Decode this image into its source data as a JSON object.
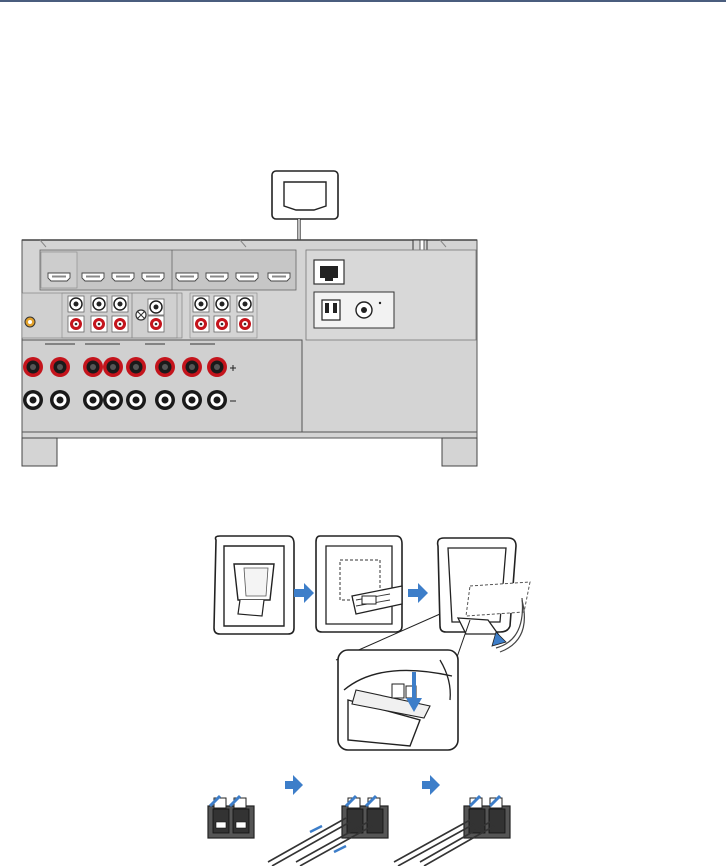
{
  "page": {
    "title": "",
    "accent_color": "#4a5d7e",
    "arrow_color": "#3d7ec9",
    "speaker_red": "#c4141c"
  },
  "diagrams": [
    {
      "name": "receiver-rear-panel-with-am-antenna",
      "icons": [
        "am-antenna-icon",
        "antenna-cable-icon",
        "lan-port-icon",
        "antenna-terminal-icon",
        "speaker-terminal-icon",
        "hdmi-port-icon",
        "rca-jack-icon"
      ]
    },
    {
      "name": "am-antenna-assembly-steps",
      "icons": [
        "loop-antenna-icon",
        "step-arrow-icon",
        "rotate-arrow-icon",
        "zoom-callout-icon"
      ]
    },
    {
      "name": "wire-connection-steps",
      "icons": [
        "push-terminal-icon",
        "step-arrow-icon",
        "wire-icon"
      ]
    }
  ]
}
